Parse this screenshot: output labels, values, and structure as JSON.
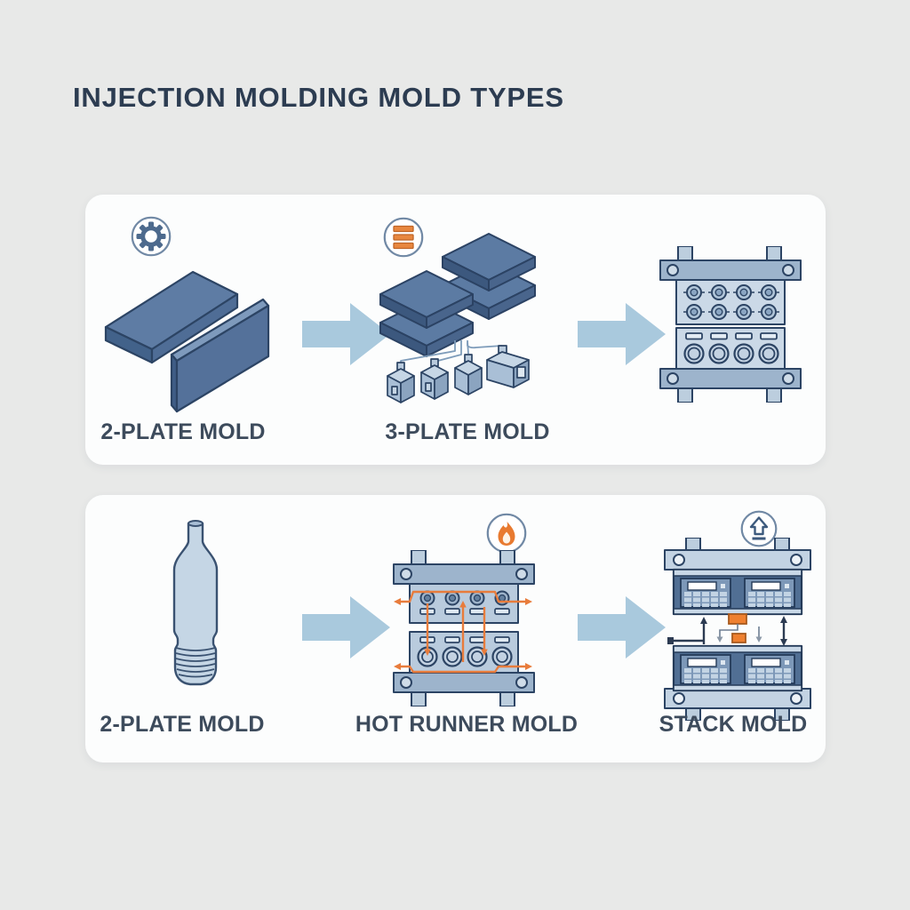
{
  "title": "INJECTION MOLDING MOLD TYPES",
  "colors": {
    "background": "#e8e9e8",
    "panel": "#fcfdfd",
    "plate_blue": "#5d7ba2",
    "plate_dark": "#3e5a80",
    "light_blue": "#c5d6e5",
    "bar_blue": "#9db4cc",
    "arrow_blue": "#a9c9dd",
    "orange": "#e87c3c",
    "title_text": "#2c3c51",
    "label_text": "#3d4b5c"
  },
  "top_panel": {
    "cells": [
      {
        "icon": "gear",
        "illustration": "two-plate-mold-plates",
        "label": "2-PLATE MOLD"
      },
      {
        "icon": "layers",
        "illustration": "three-plate-mold-plates",
        "label": "3-PLATE MOLD"
      },
      {
        "icon": "",
        "illustration": "mold-assembly-front-view",
        "label": ""
      }
    ]
  },
  "bottom_panel": {
    "cells": [
      {
        "icon": "",
        "illustration": "molded-bottle",
        "label": "2-PLATE MOLD"
      },
      {
        "icon": "flame",
        "illustration": "hot-runner-mold",
        "label": "HOT RUNNER MOLD"
      },
      {
        "icon": "eject",
        "illustration": "stack-mold",
        "label": "STACK MOLD"
      }
    ]
  }
}
